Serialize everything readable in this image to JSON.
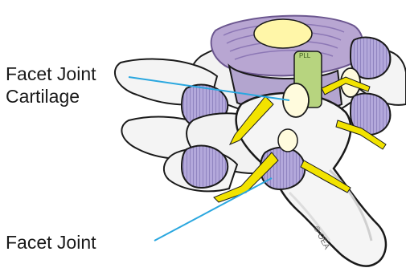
{
  "labels": {
    "cartilage_line1": "Facet Joint",
    "cartilage_line2": "Cartilage",
    "facet_joint": "Facet Joint"
  },
  "watermark": "© OEA",
  "ligament_text": "PLL",
  "colors": {
    "pointer_line": "#2aa7df",
    "bone": "#f4f4f4",
    "bone_outline": "#1a1a1a",
    "disc_purple": "#b8a6d2",
    "disc_outline": "#6b568f",
    "nucleus_yellow": "#fff6a8",
    "nerve_yellow": "#f2e300",
    "ligament_green": "#b7d47f",
    "capsule_purple": "#a79ad4",
    "cartilage": "#fffbdd"
  }
}
